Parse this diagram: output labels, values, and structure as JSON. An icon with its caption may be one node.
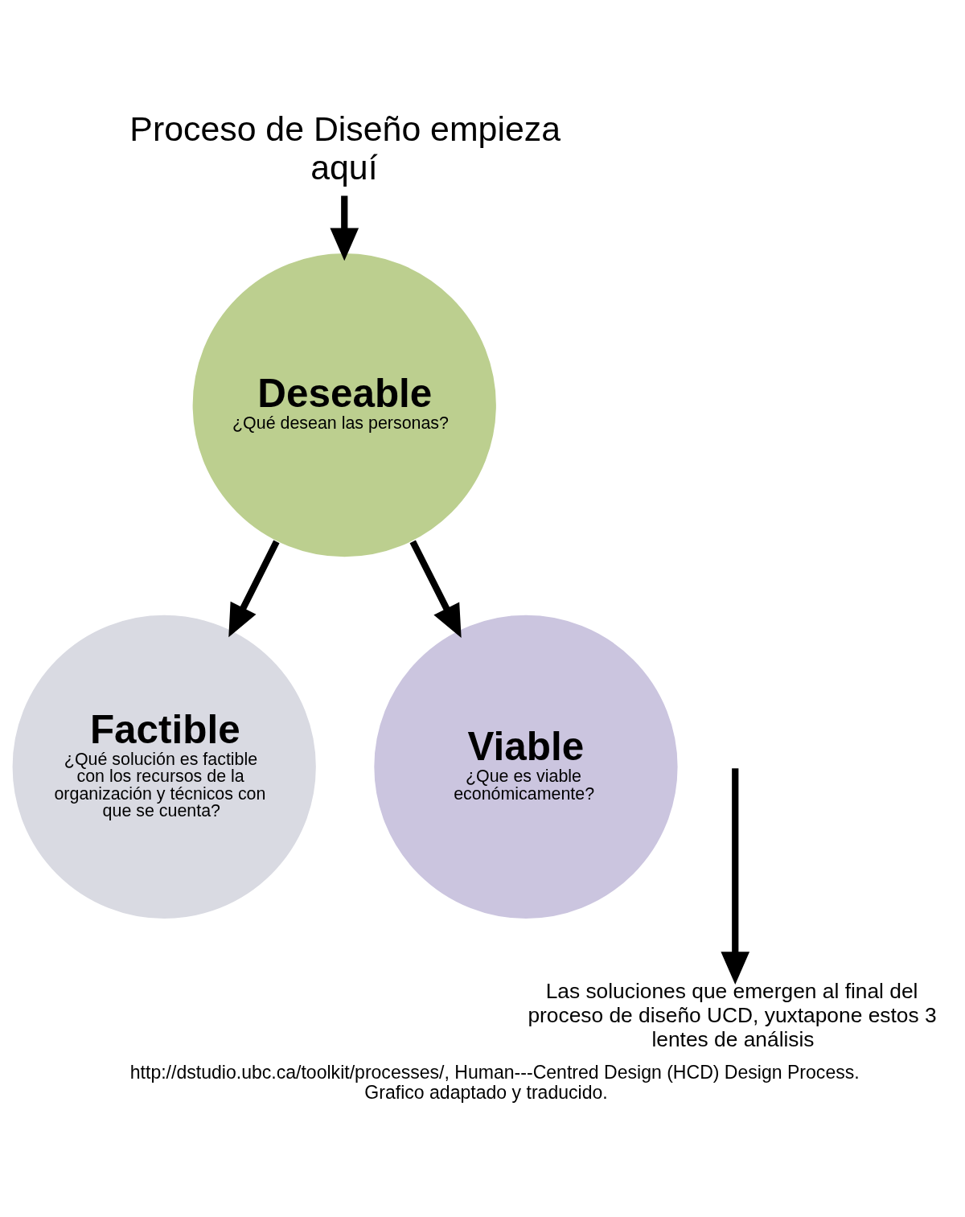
{
  "diagram": {
    "caption": "http://dstudio.ubc.ca/toolkit/processes/, Human---Centred Design (HCD) Design Process. Grafico adaptado y traducido.",
    "nodes": [
      {
        "text": [
          "Proceso de Diseño empieza aquí"
        ]
      },
      {
        "text": [
          "Deseable",
          "¿Qué desean las personas?"
        ]
      },
      {
        "text": [
          "Factible",
          "¿Qué solución es factible con los recursos de la organización y técnicos con que se cuenta?"
        ]
      },
      {
        "text": [
          "Viable",
          "¿Que es viable económicamente?"
        ]
      },
      {
        "text": [
          "Las soluciones que emergen al final del proceso de diseño UCD, yuxtapone estos 3 lentes de análisis"
        ]
      }
    ],
    "edges": [
      {
        "from": 0,
        "to": 1,
        "arrow": "to"
      },
      {
        "from": 1,
        "to": 2,
        "arrow": "to"
      },
      {
        "from": 1,
        "to": 3,
        "arrow": "to"
      },
      {
        "from": null,
        "to": 4,
        "arrow": "to"
      }
    ]
  }
}
